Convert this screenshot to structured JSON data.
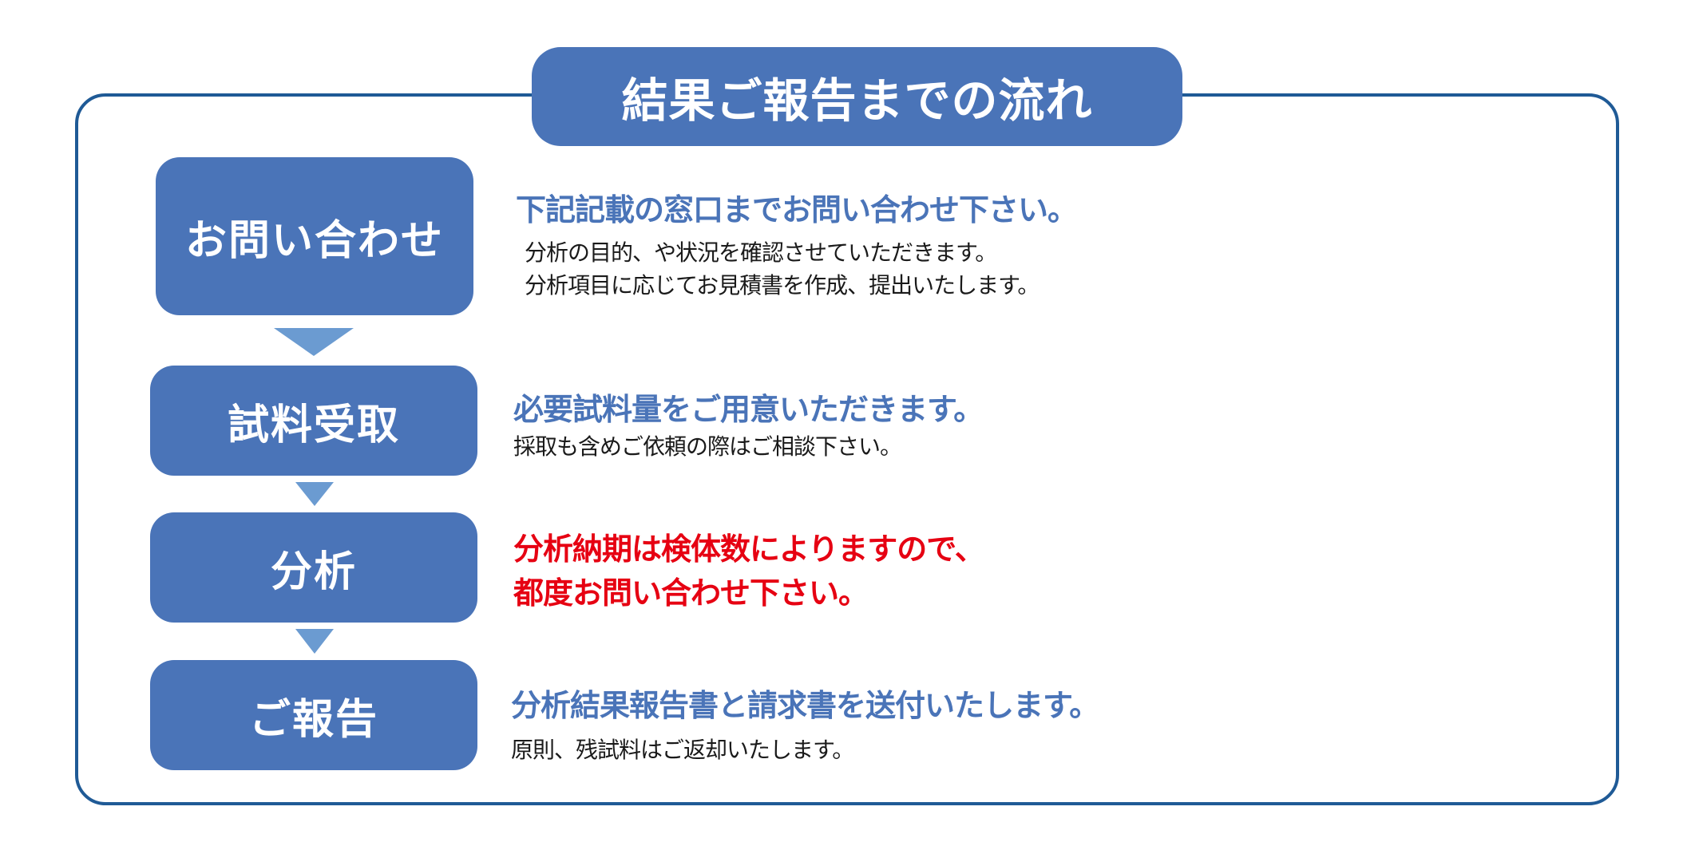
{
  "title": "結果ご報告までの流れ",
  "colors": {
    "box": "#4a74b8",
    "arrow": "#6b9bd1",
    "border": "#1f5a96",
    "heading": "#4a74b8",
    "warning": "#e60012",
    "body": "#1a1a1a"
  },
  "steps": [
    {
      "label": "お問い合わせ",
      "heading": "下記記載の窓口までお問い合わせ下さい。",
      "lines": [
        "分析の目的、や状況を確認させていただきます。",
        "分析項目に応じてお見積書を作成、提出いたします。"
      ]
    },
    {
      "label": "試料受取",
      "heading": "必要試料量をご用意いただきます。",
      "lines": [
        "採取も含めご依頼の際はご相談下さい。"
      ]
    },
    {
      "label": "分析",
      "heading_lines": [
        "分析納期は検体数によりますので、",
        "都度お問い合わせ下さい。"
      ]
    },
    {
      "label": "ご報告",
      "heading": "分析結果報告書と請求書を送付いたします。",
      "lines": [
        "原則、残試料はご返却いたします。"
      ]
    }
  ]
}
